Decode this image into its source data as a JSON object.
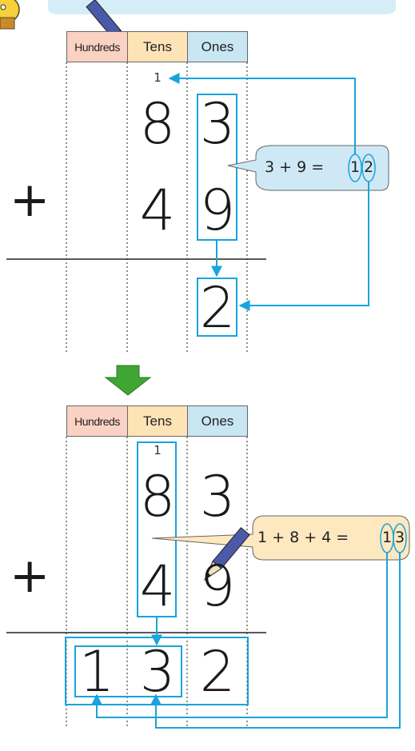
{
  "columns": {
    "hundreds": "Hundreds",
    "tens": "Tens",
    "ones": "Ones"
  },
  "step1": {
    "carry": "1",
    "top": {
      "tens": "8",
      "ones": "3"
    },
    "bottom": {
      "tens": "4",
      "ones": "9"
    },
    "operator": "+",
    "result": {
      "ones": "2"
    },
    "bubble": {
      "expr": "3 + 9 =",
      "tens_digit": "1",
      "ones_digit": "2"
    }
  },
  "step2": {
    "carry": "1",
    "top": {
      "tens": "8",
      "ones": "3"
    },
    "bottom": {
      "tens": "4",
      "ones": "9"
    },
    "operator": "+",
    "result": {
      "hundreds": "1",
      "tens": "3",
      "ones": "2"
    },
    "bubble": {
      "expr": "1 + 8 + 4 =",
      "tens_digit": "1",
      "ones_digit": "3"
    }
  },
  "colors": {
    "arrow": "#1aa3dc",
    "bubble_fill_1": "#cfe8f6",
    "bubble_fill_2": "#fde8bf",
    "down_arrow": "#3fa535",
    "top_bar": "#d5edf7"
  },
  "icons": [
    "mascot-icon",
    "pencil-icon",
    "down-arrow-icon"
  ]
}
